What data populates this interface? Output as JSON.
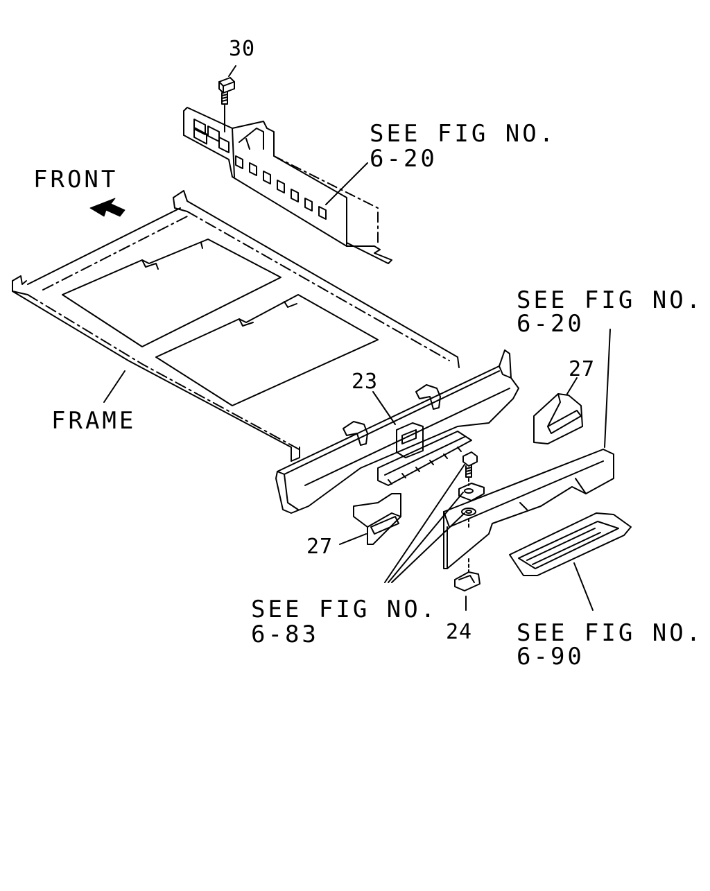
{
  "labels": {
    "front": "FRONT",
    "frame": "FRAME",
    "part_30": "30",
    "part_23": "23",
    "part_27_right": "27",
    "part_27_left": "27",
    "part_24": "24",
    "ref_top_line1": "SEE FIG NO.",
    "ref_top_line2": "6-20",
    "ref_right_line1": "SEE FIG NO.",
    "ref_right_line2": "6-20",
    "ref_bottom_left_line1": "SEE FIG NO.",
    "ref_bottom_left_line2": "6-83",
    "ref_bottom_right_line1": "SEE FIG NO.",
    "ref_bottom_right_line2": "6-90"
  },
  "colors": {
    "ink": "#000000",
    "paper": "#ffffff"
  },
  "icons": {
    "front_arrow": "arrow-left-icon"
  }
}
